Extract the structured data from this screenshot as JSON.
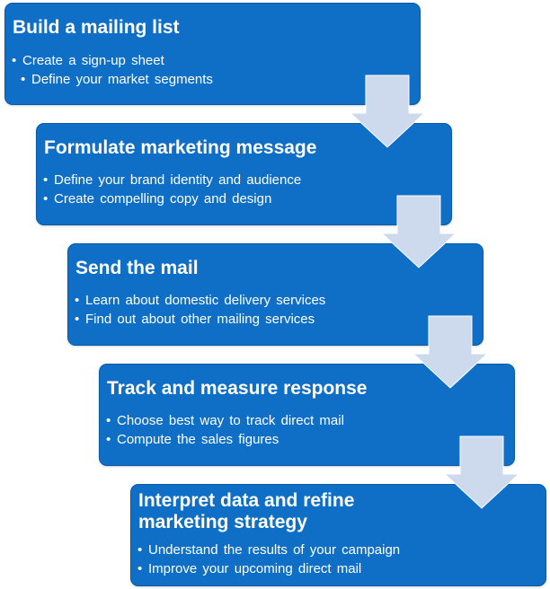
{
  "steps": [
    {
      "title": "Build a mailing list",
      "bullets": [
        "Create a sign-up sheet",
        "Define your market segments"
      ]
    },
    {
      "title": "Formulate marketing message",
      "bullets": [
        "Define your brand identity and audience",
        "Create compelling copy and design"
      ]
    },
    {
      "title": "Send the mail",
      "bullets": [
        "Learn about domestic delivery services",
        "Find out about other mailing services"
      ]
    },
    {
      "title": "Track and measure response",
      "bullets": [
        "Choose best way to track direct mail",
        "Compute the sales figures"
      ]
    },
    {
      "title": "Interpret data and refine marketing strategy",
      "bullets": [
        "Understand the results of your campaign",
        "Improve your upcoming direct mail"
      ]
    }
  ],
  "colors": {
    "box_fill": "#0f6fc6",
    "text": "#ffffff",
    "arrow_fill": "#cdd9ec"
  },
  "icons": {
    "connector": "down-arrow-icon"
  }
}
